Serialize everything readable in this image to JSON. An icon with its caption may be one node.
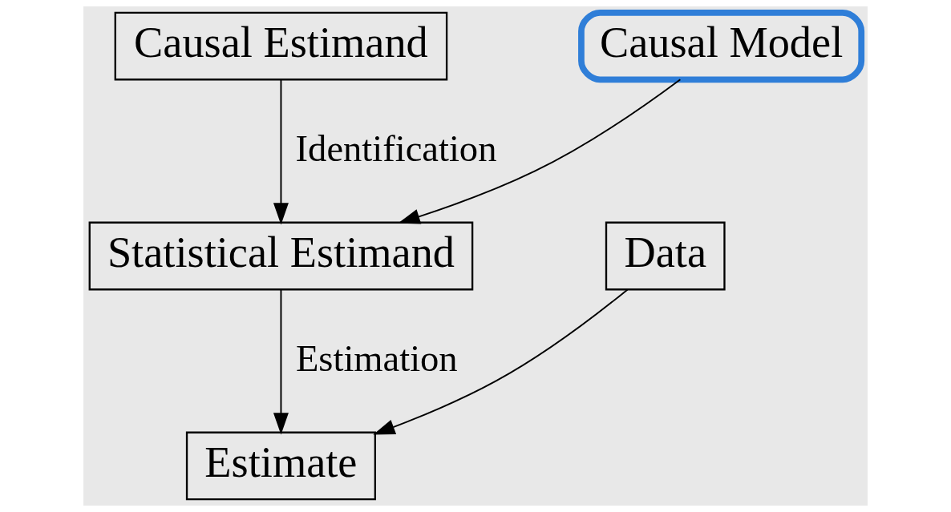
{
  "diagram": {
    "nodes": [
      {
        "text": [
          "Causal Estimand"
        ]
      },
      {
        "text": [
          "Causal Model"
        ]
      },
      {
        "text": [
          "Statistical Estimand"
        ]
      },
      {
        "text": [
          "Data"
        ]
      },
      {
        "text": [
          "Estimate"
        ]
      }
    ],
    "edges": [
      {
        "from": 0,
        "to": 2,
        "arrow": "to",
        "label": "Identification"
      },
      {
        "from": 1,
        "to": 2,
        "arrow": "to"
      },
      {
        "from": 2,
        "to": 4,
        "arrow": "to",
        "label": "Estimation"
      },
      {
        "from": 3,
        "to": 4,
        "arrow": "to"
      }
    ]
  }
}
